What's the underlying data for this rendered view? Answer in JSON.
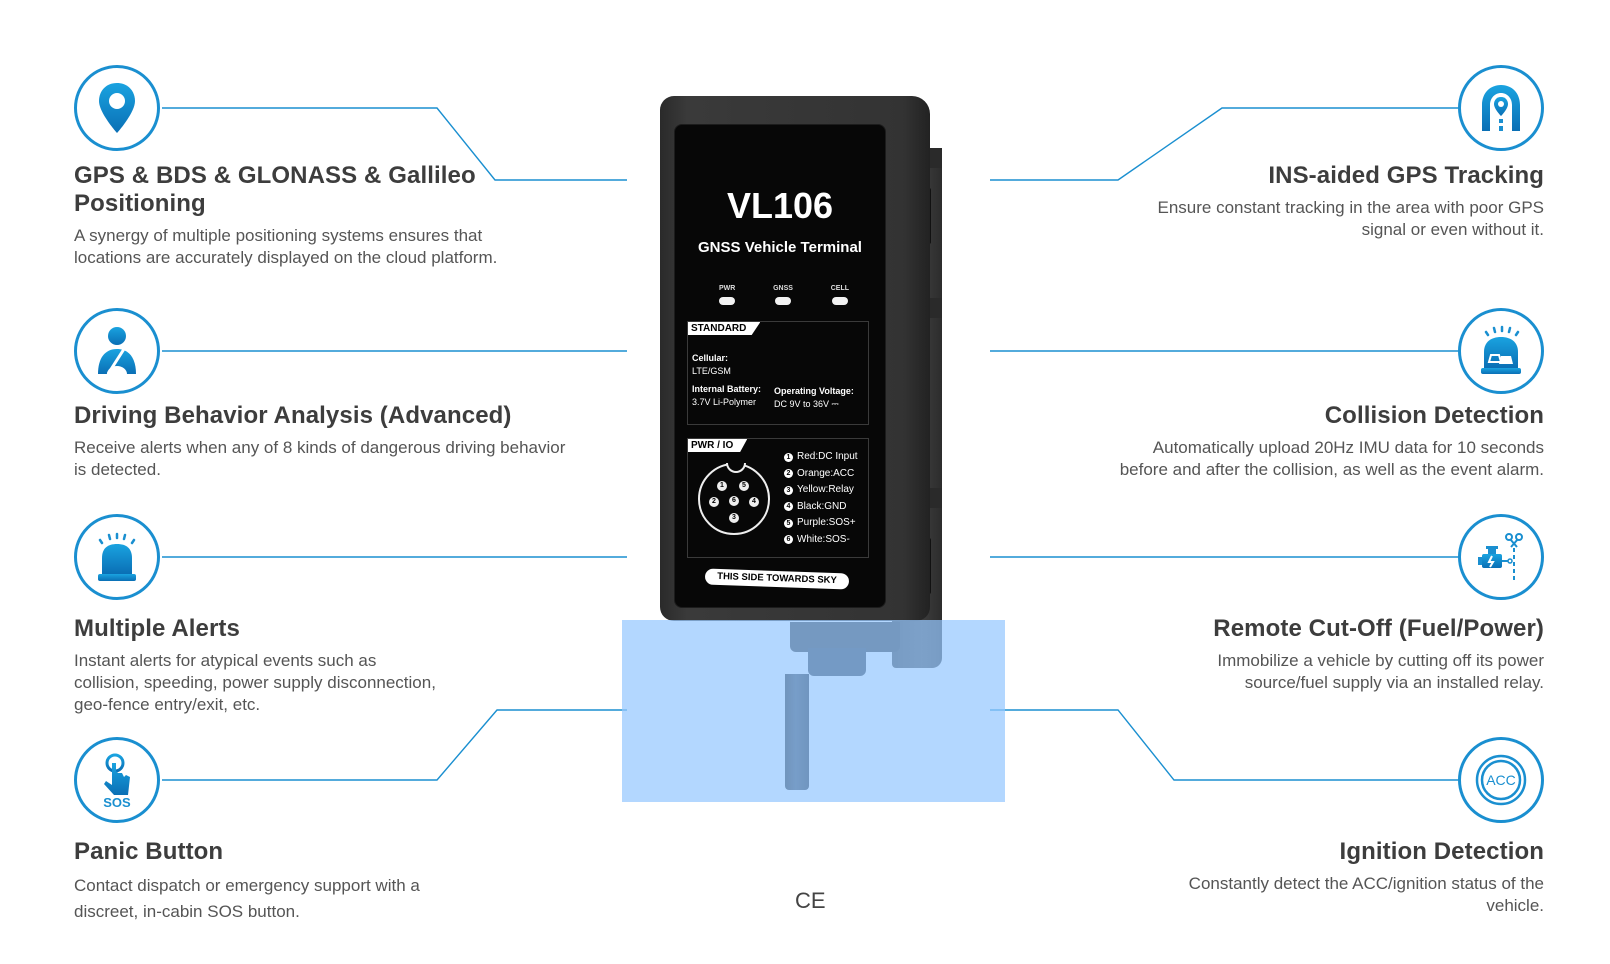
{
  "device": {
    "model": "VL106",
    "subtitle": "GNSS Vehicle Terminal",
    "leds": [
      "PWR",
      "GNSS",
      "CELL"
    ],
    "standard": {
      "tag": "STANDARD",
      "cellular_label": "Cellular:",
      "cellular_value": "LTE/GSM",
      "battery_label": "Internal Battery:",
      "battery_value": "3.7V Li-Polymer",
      "voltage_label": "Operating Voltage:",
      "voltage_value": "DC 9V to 36V ⎓"
    },
    "io": {
      "tag": "PWR / IO",
      "pins": [
        {
          "num": "1",
          "label": "Red:DC Input"
        },
        {
          "num": "2",
          "label": "Orange:ACC"
        },
        {
          "num": "3",
          "label": "Yellow:Relay"
        },
        {
          "num": "4",
          "label": "Black:GND"
        },
        {
          "num": "5",
          "label": "Purple:SOS+"
        },
        {
          "num": "6",
          "label": "White:SOS-"
        }
      ]
    },
    "orientation_label": "THIS SIDE TOWARDS SKY"
  },
  "accent_color": "#1a8fd0",
  "highlight_color": "#b3d7ff",
  "features_left": [
    {
      "icon": "location-pin-icon",
      "title": "GPS & BDS & GLONASS & Gallileo Positioning",
      "description": "A synergy of multiple positioning systems ensures that locations are accurately displayed on the cloud platform."
    },
    {
      "icon": "driver-seatbelt-icon",
      "title": "Driving Behavior Analysis (Advanced)",
      "description": "Receive alerts when any of 8 kinds of dangerous driving behavior is detected."
    },
    {
      "icon": "alarm-beacon-icon",
      "title": "Multiple Alerts",
      "description": "Instant alerts for atypical events such as collision, speeding, power supply disconnection, geo-fence entry/exit, etc."
    },
    {
      "icon": "sos-button-icon",
      "title": "Panic Button",
      "description": "Contact dispatch or emergency support with a discreet, in-cabin SOS button."
    }
  ],
  "features_right": [
    {
      "icon": "tunnel-location-icon",
      "title": "INS-aided GPS Tracking",
      "description": "Ensure constant tracking in the area with poor GPS signal or even without it."
    },
    {
      "icon": "collision-beacon-icon",
      "title": "Collision Detection",
      "description": "Automatically upload 20Hz IMU data for 10 seconds before and after the collision, as well as the event alarm."
    },
    {
      "icon": "engine-cutoff-icon",
      "title": "Remote Cut-Off (Fuel/Power)",
      "description": "Immobilize a vehicle by cutting off its power source/fuel supply via an installed relay."
    },
    {
      "icon": "acc-ignition-icon",
      "title": "Ignition Detection",
      "description": "Constantly detect the ACC/ignition status of the vehicle."
    }
  ],
  "certification": "CE",
  "icon_text": {
    "sos": "SOS",
    "acc": "ACC"
  }
}
